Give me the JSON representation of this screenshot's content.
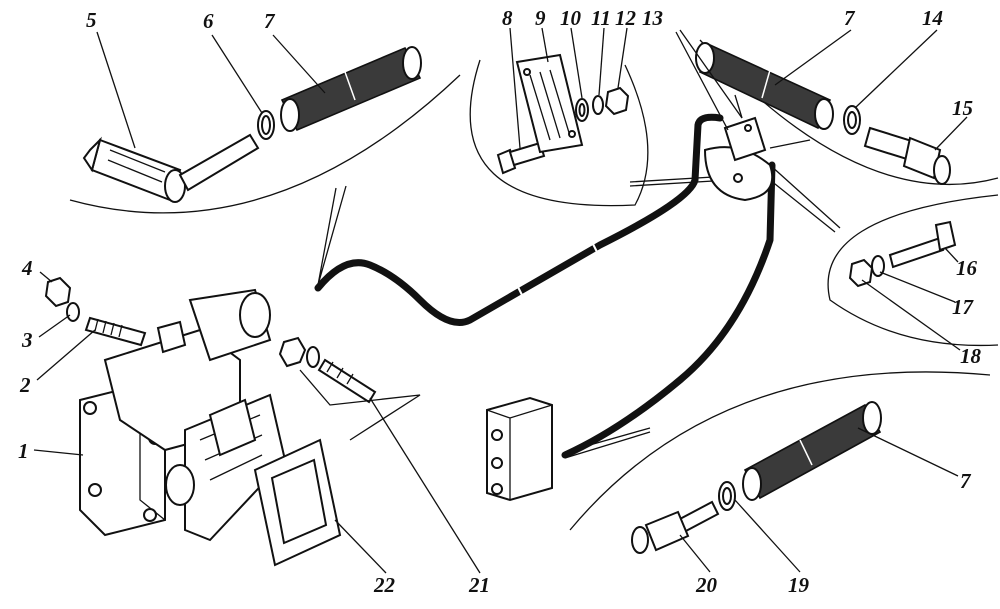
{
  "callouts": {
    "n1": "1",
    "n2": "2",
    "n3": "3",
    "n4": "4",
    "n5": "5",
    "n6": "6",
    "n7a": "7",
    "n7b": "7",
    "n7c": "7",
    "n8": "8",
    "n9": "9",
    "n10": "10",
    "n11": "11",
    "n12": "12",
    "n13": "13",
    "n14": "14",
    "n15": "15",
    "n16": "16",
    "n17": "17",
    "n18": "18",
    "n19": "19",
    "n20": "20",
    "n21": "21",
    "n22": "22"
  }
}
